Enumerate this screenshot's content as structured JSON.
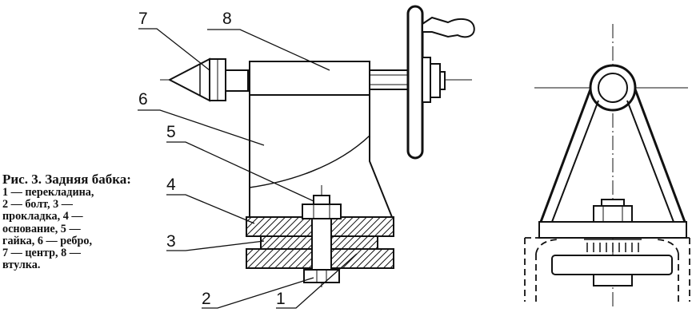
{
  "caption": {
    "title": "Рис. 3. Задняя бабка:",
    "lines": [
      "1 — перекладина,",
      "2 — болт, 3 —",
      "прокладка, 4 —",
      "основание, 5 —",
      "гайка, 6 — ребро,",
      "7 — центр, 8 —",
      "втулка."
    ]
  },
  "callouts": {
    "c1": "1",
    "c2": "2",
    "c3": "3",
    "c4": "4",
    "c5": "5",
    "c6": "6",
    "c7": "7",
    "c8": "8"
  }
}
